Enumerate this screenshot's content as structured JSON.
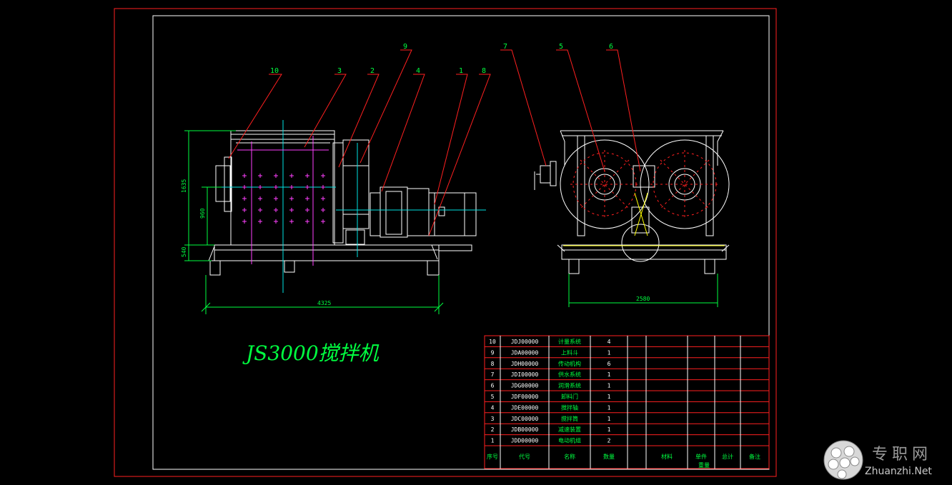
{
  "drawing": {
    "title": "JS3000搅拌机",
    "dimensions": {
      "overall_length": "4325",
      "overall_height": "1635",
      "mid_height": "960",
      "base_height": "540",
      "side_width": "2580"
    },
    "leaders": [
      "10",
      "3",
      "2",
      "9",
      "4",
      "1",
      "8",
      "7",
      "5",
      "6"
    ]
  },
  "parts_table": {
    "rows": [
      {
        "no": "10",
        "code": "JDJ00000",
        "name": "计量系统",
        "qty": "4"
      },
      {
        "no": "9",
        "code": "JDA00000",
        "name": "上料斗",
        "qty": "1"
      },
      {
        "no": "8",
        "code": "JDH00000",
        "name": "传动机构",
        "qty": "6"
      },
      {
        "no": "7",
        "code": "JDI00000",
        "name": "供水系统",
        "qty": "1"
      },
      {
        "no": "6",
        "code": "JDG00000",
        "name": "润滑系统",
        "qty": "1"
      },
      {
        "no": "5",
        "code": "JDF00000",
        "name": "卸料门",
        "qty": "1"
      },
      {
        "no": "4",
        "code": "JDE00000",
        "name": "搅拌轴",
        "qty": "1"
      },
      {
        "no": "3",
        "code": "JDC00000",
        "name": "搅拌筒",
        "qty": "1"
      },
      {
        "no": "2",
        "code": "JDB00000",
        "name": "减速装置",
        "qty": "1"
      },
      {
        "no": "1",
        "code": "JDD00000",
        "name": "电动机组",
        "qty": "2"
      }
    ],
    "header": [
      "序号",
      "代号",
      "名称",
      "数量",
      "材料",
      "单件",
      "总计",
      "备注"
    ],
    "header_sub": "重量"
  },
  "watermark": {
    "cn": "专职网",
    "en": "Zhuanzhi.Net"
  },
  "colors": {
    "background": "#000000",
    "border": "#ff2020",
    "outline": "#ffffff",
    "dimension": "#00ff40",
    "leader": "#ff2020",
    "center": "#00e5e5",
    "accent": "#ff40ff"
  }
}
